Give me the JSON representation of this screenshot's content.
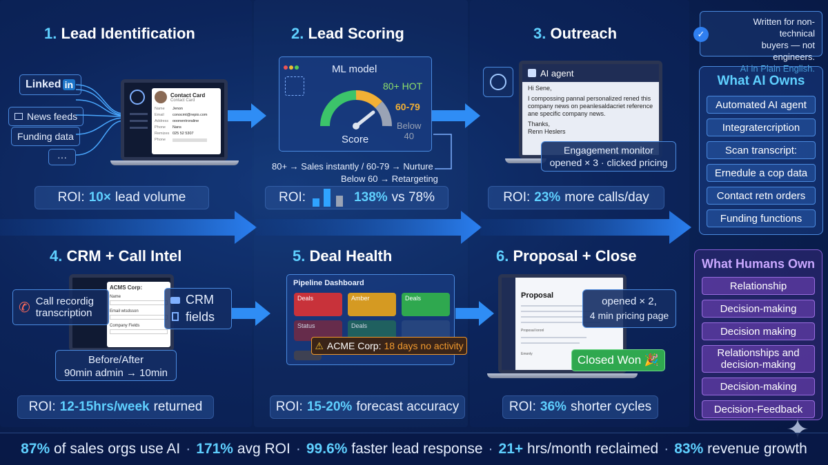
{
  "steps": {
    "s1": {
      "num": "1.",
      "title": "Lead Identification",
      "roi_prefix": "ROI:",
      "roi_value": "10×",
      "roi_suffix": "lead volume",
      "sources": [
        "Linked",
        "in",
        "News feeds",
        "Funding data",
        "···"
      ],
      "card": {
        "title": "Contact Card",
        "subtitle": "Contact Card",
        "fields": [
          [
            "Name",
            "Jenon"
          ],
          [
            "Email",
            "conocmt@repio.com"
          ],
          [
            "Address",
            "ooonentroraline"
          ],
          [
            "Phone",
            "Nans"
          ],
          [
            "Remizes",
            "025 52 5307"
          ],
          [
            "Phone",
            ""
          ]
        ]
      }
    },
    "s2": {
      "num": "2.",
      "title": "Lead Scoring",
      "model_label": "ML model",
      "score_label": "Score",
      "tiers": [
        "80+ HOT",
        "60-79",
        "Below",
        "40"
      ],
      "routing_line1": "80+ → Sales instantly / 60-79 → Nurture",
      "routing_line2": "Below 60 → Retargeting",
      "roi_prefix": "ROI:",
      "roi_value": "138%",
      "roi_suffix": "vs 78%"
    },
    "s3": {
      "num": "3.",
      "title": "Outreach",
      "agent_label": "AI agent",
      "email_lines": [
        "Hi Sene,",
        "I compossing pannal personalized rened this",
        "company news on peanlesaldacriet reference",
        "ane specific company news.",
        "Thanks,",
        "Renn Heslers"
      ],
      "monitor_line1": "Engagement monitor",
      "monitor_line2": "opened × 3 · clicked pricing",
      "roi_prefix": "ROI:",
      "roi_value": "23%",
      "roi_suffix": "more calls/day"
    },
    "s4": {
      "num": "4.",
      "title": "CRM + Call Intel",
      "crm_company": "ACMS Corp:",
      "crm_fields": [
        "Name",
        "Email wtsdsson",
        "Company Fields"
      ],
      "call_line1": "Call recordig",
      "call_line2": "transcription",
      "crm_line1": "CRM",
      "crm_line2": "fields",
      "before_after_line1": "Before/After",
      "before_after_line2": "90min admin → 10min",
      "roi_prefix": "ROI:",
      "roi_value": "12-15hrs/week",
      "roi_suffix": "returned"
    },
    "s5": {
      "num": "5.",
      "title": "Deal Health",
      "dashboard_title": "Pipeline Dashboard",
      "tiles": [
        "Deals",
        "Amber",
        "Deals",
        "Status",
        "Deals",
        ""
      ],
      "alert_prefix": "ACME Corp:",
      "alert_suffix": "18 days no activity",
      "roi_prefix": "ROI:",
      "roi_value": "15-20%",
      "roi_suffix": "forecast accuracy"
    },
    "s6": {
      "num": "6.",
      "title": "Proposal + Close",
      "doc_title": "Proposal",
      "doc_labels": [
        "Proposal loronl",
        "Emonly"
      ],
      "opened_line1": "opened × 2,",
      "opened_line2": "4 min pricing page",
      "closed_won": "Closed Won 🎉",
      "roi_prefix": "ROI:",
      "roi_value": "36%",
      "roi_suffix": "shorter cycles"
    }
  },
  "note": {
    "line1": "Written for non-technical",
    "line2": "buyers — not engineers.",
    "line3": "AI in Plain English."
  },
  "ai_owns": {
    "title": "What AI Owns",
    "items": [
      "Automated AI agent",
      "Integrateꭇcription",
      "Scan transcript:",
      "Ernedule a cop data",
      "Contact retn orders",
      "Funding functions"
    ]
  },
  "humans_own": {
    "title": "What Humans Own",
    "items": [
      "Relationship",
      "Decision-making",
      "Decision making",
      "Relationships and|decision-making",
      "Decision-making",
      "Decision-Feedback"
    ]
  },
  "stats": [
    {
      "value": "87%",
      "label": "of sales orgs use AI"
    },
    {
      "value": "171%",
      "label": "avg ROI"
    },
    {
      "value": "99.6%",
      "label": "faster lead response"
    },
    {
      "value": "21+",
      "label": "hrs/month reclaimed"
    },
    {
      "value": "83%",
      "label": "revenue growth"
    }
  ],
  "colors": {
    "accent": "#5fd0ff",
    "hot": "#8fe06a",
    "warm": "#f2b035",
    "cold": "#9aa3b5",
    "won": "#2fa84f",
    "alert": "#f29a2e"
  }
}
